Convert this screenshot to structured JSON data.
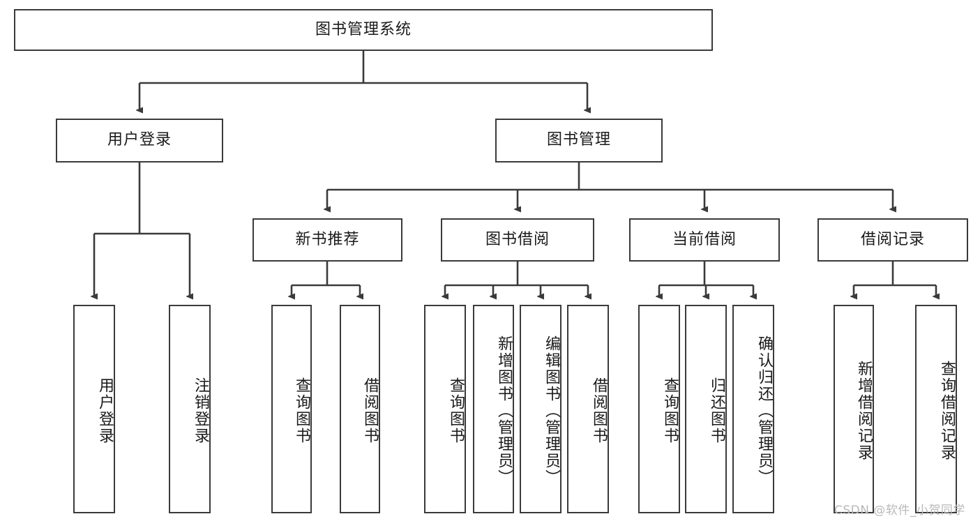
{
  "diagram": {
    "title": "图书管理系统",
    "type": "hierarchy-tree",
    "watermark": "CSDN @软件_小贺同学",
    "colors": {
      "box_border": "#3a3a3a",
      "box_fill": "#ffffff",
      "connector": "#3a3a3a",
      "text": "#1a1a1a",
      "watermark": "#b9b9b9",
      "background": "#ffffff"
    },
    "root": {
      "label": "图书管理系统"
    },
    "level1": [
      {
        "label": "用户登录"
      },
      {
        "label": "图书管理"
      }
    ],
    "level2": [
      {
        "label": "新书推荐"
      },
      {
        "label": "图书借阅"
      },
      {
        "label": "当前借阅"
      },
      {
        "label": "借阅记录"
      }
    ],
    "leaves": {
      "user_login": [
        {
          "label": "用户登录"
        },
        {
          "label": "注销登录"
        }
      ],
      "new_book_recommend": [
        {
          "label": "查询图书"
        },
        {
          "label": "借阅图书"
        }
      ],
      "book_borrow": [
        {
          "label": "查询图书"
        },
        {
          "label": "新增图书（管理员）"
        },
        {
          "label": "编辑图书（管理员）"
        },
        {
          "label": "借阅图书"
        }
      ],
      "current_borrow": [
        {
          "label": "查询图书"
        },
        {
          "label": "归还图书"
        },
        {
          "label": "确认归还（管理员）"
        }
      ],
      "borrow_record": [
        {
          "label": "新增借阅记录"
        },
        {
          "label": "查询借阅记录"
        }
      ]
    }
  }
}
